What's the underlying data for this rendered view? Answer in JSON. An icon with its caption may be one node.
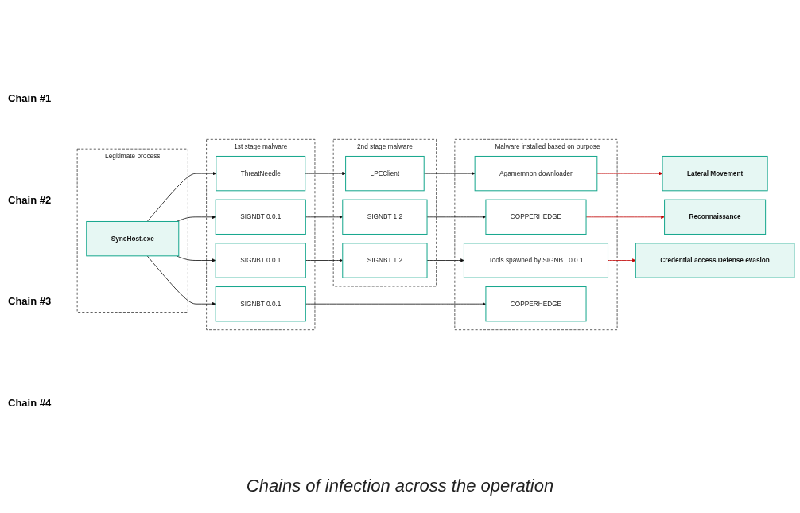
{
  "diagram": {
    "caption": "Chains of infection across the operation",
    "nodes": [
      {
        "text": [
          "Legitimate process"
        ]
      },
      {
        "text": [
          "SyncHost.exe"
        ],
        "in": 0
      },
      {
        "text": [
          "1st stage malware"
        ]
      },
      {
        "text": [
          "ThreatNeedle"
        ],
        "in": 2
      },
      {
        "text": [
          "SIGNBT 0.0.1"
        ],
        "in": 2
      },
      {
        "text": [
          "SIGNBT 0.0.1"
        ],
        "in": 2
      },
      {
        "text": [
          "SIGNBT 0.0.1"
        ],
        "in": 2
      },
      {
        "text": [
          "2nd stage malware"
        ]
      },
      {
        "text": [
          "LPEClient"
        ],
        "in": 7
      },
      {
        "text": [
          "SIGNBT 1.2"
        ],
        "in": 7
      },
      {
        "text": [
          "SIGNBT 1.2"
        ],
        "in": 7
      },
      {
        "text": [
          "Malware installed based on purpose"
        ]
      },
      {
        "text": [
          "Agamemnon downloader"
        ],
        "in": 11
      },
      {
        "text": [
          "COPPERHEDGE"
        ],
        "in": 11
      },
      {
        "text": [
          "Tools spawned by SIGNBT 0.0.1"
        ],
        "in": 11
      },
      {
        "text": [
          "COPPERHEDGE"
        ],
        "in": 11
      },
      {
        "text": [
          "Lateral Movement"
        ]
      },
      {
        "text": [
          "Reconnaissance"
        ]
      },
      {
        "text": [
          "Credential access Defense evasion"
        ]
      }
    ],
    "edges": [
      {
        "from": 1,
        "to": 3,
        "arrow": "to"
      },
      {
        "from": 1,
        "to": 4,
        "arrow": "to"
      },
      {
        "from": 1,
        "to": 5,
        "arrow": "to"
      },
      {
        "from": 1,
        "to": 6,
        "arrow": "to"
      },
      {
        "from": 3,
        "to": 8,
        "arrow": "to"
      },
      {
        "from": 8,
        "to": 12,
        "arrow": "to"
      },
      {
        "from": 12,
        "to": 16,
        "arrow": "to",
        "color": "#c00000"
      },
      {
        "from": 4,
        "to": 9,
        "arrow": "to"
      },
      {
        "from": 9,
        "to": 13,
        "arrow": "to"
      },
      {
        "from": 13,
        "to": 17,
        "arrow": "to",
        "color": "#c00000"
      },
      {
        "from": 5,
        "to": 10,
        "arrow": "to"
      },
      {
        "from": 10,
        "to": 14,
        "arrow": "to"
      },
      {
        "from": 14,
        "to": 18,
        "arrow": "to",
        "color": "#c00000"
      },
      {
        "from": 6,
        "to": 15,
        "arrow": "to"
      }
    ],
    "labels": [
      "Chain #1",
      "Chain #2",
      "Chain #3",
      "Chain #4"
    ]
  }
}
